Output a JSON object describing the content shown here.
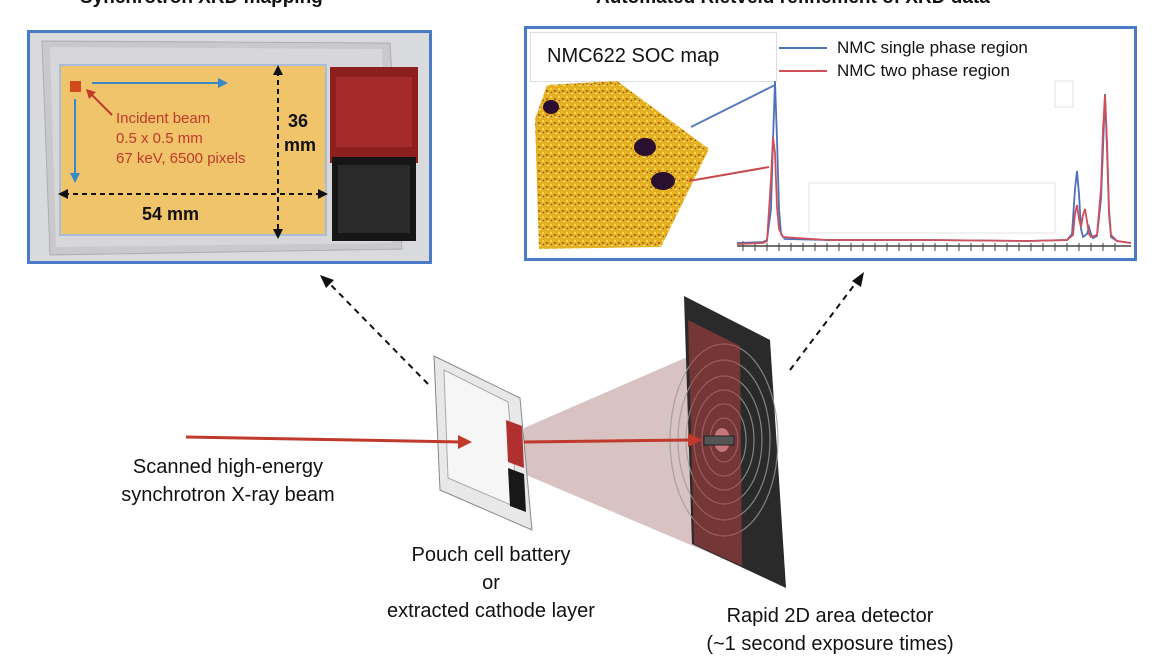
{
  "left_panel": {
    "title": "Synchrotron XRD mapping",
    "incident_beam": [
      "Incident beam",
      "0.5 x 0.5 mm",
      "67 keV, 6500 pixels"
    ],
    "height_value": "36",
    "height_unit": "mm",
    "width_label": "54 mm"
  },
  "right_panel": {
    "title": "Automated Rietveld refinement of XRD data",
    "map_title": "NMC622 SOC map",
    "legend": [
      {
        "label": "NMC single phase region",
        "color": "#4f6fb8"
      },
      {
        "label": "NMC two phase region",
        "color": "#d0505a"
      }
    ]
  },
  "beam_label": [
    "Scanned high-energy",
    "synchrotron X-ray beam"
  ],
  "cell_label": [
    "Pouch cell battery",
    "or",
    "extracted cathode layer"
  ],
  "detector_label": [
    "Rapid 2D area detector",
    "(~1 second exposure times)"
  ]
}
